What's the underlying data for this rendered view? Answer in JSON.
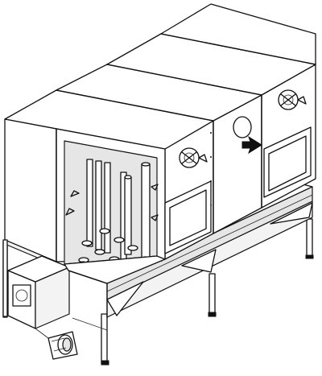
{
  "figure": {
    "colors": {
      "line": "#111111",
      "background": "#ffffff",
      "panel_shade": "#e6e6e6"
    },
    "components": [
      "top-roof-modules",
      "filter-chamber",
      "filter-cartridges",
      "cartridge-cleaning-nozzles",
      "air-inlet-with-arrow",
      "fan-wheels",
      "access-doors",
      "hopper",
      "support-legs",
      "motor-blower",
      "outlet-pipe"
    ]
  }
}
